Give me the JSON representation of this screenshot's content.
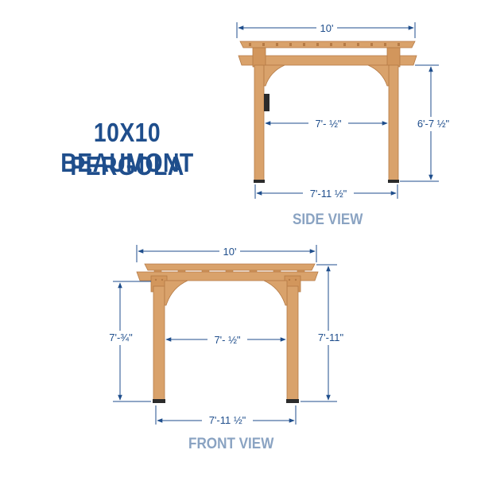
{
  "title": {
    "line1": "10X10 BEAUMONT",
    "line2": "PERGOLA"
  },
  "colors": {
    "title": "#1f4e8c",
    "dimension": "#1f4e8c",
    "view_label": "#8aa3c2",
    "wood": "#d9a26b",
    "wood_dark": "#b57a45",
    "steel": "#2b2b2b"
  },
  "side_view": {
    "label": "SIDE VIEW",
    "dim_top_width": "10'",
    "dim_inner_width": "7'- ½\"",
    "dim_height": "6'-7 ½\"",
    "dim_base_width": "7'-11 ½\""
  },
  "front_view": {
    "label": "FRONT VIEW",
    "dim_top_width": "10'",
    "dim_inner_width": "7'- ½\"",
    "dim_left_height": "7'-¾\"",
    "dim_right_height": "7'-11\"",
    "dim_base_width": "7'-11 ½\""
  }
}
